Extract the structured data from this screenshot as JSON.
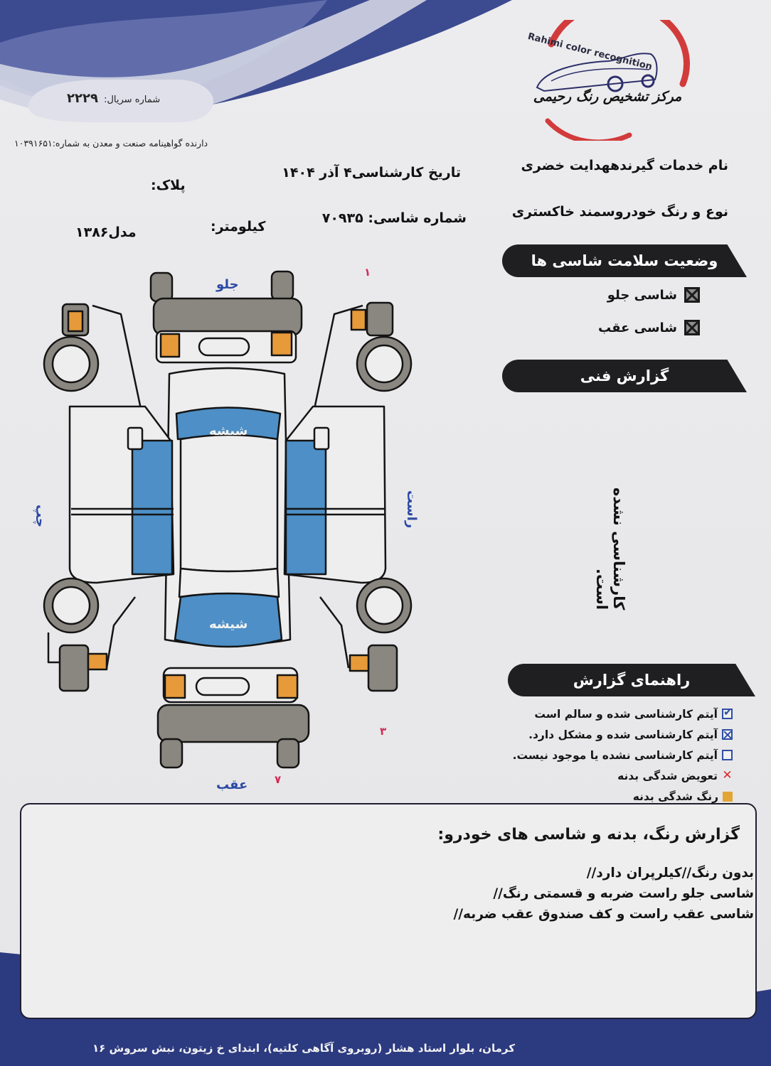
{
  "header": {
    "logo": {
      "english": "Rahimi color recognition",
      "persian": "مرکز تشخیص رنگ رحیمی",
      "ring_color": "#d23b3b"
    },
    "serial_label": "شماره سریال:",
    "serial_number": "۲۲۲۹",
    "license_text": "دارنده گواهینامه صنعت و معدن به شماره:۱۰۳۹۱۶۵۱"
  },
  "info": {
    "client_label": "نام خدمات گیرنده",
    "client_name": "هدایت خضری",
    "date_label": "تاریخ کارشناسی",
    "date_value": "۴ آذر ۱۴۰۴",
    "plate_label": "پلاک:",
    "plate_value": "",
    "vehicle_label": "نوع و رنگ خودرو",
    "vehicle_value": "سمند خاکستری",
    "chassis_label": "شماره شاسی:",
    "chassis_value": "۷۰۹۳۵",
    "km_label": "کیلومتر:",
    "km_value": "",
    "model_label": "مدل",
    "model_value": "۱۳۸۶"
  },
  "chassis_health": {
    "title": "وضعیت سلامت شاسی ها",
    "items": [
      {
        "label": "شاسی جلو",
        "state": "problem"
      },
      {
        "label": "شاسی عقب",
        "state": "problem"
      }
    ]
  },
  "technical": {
    "title": "گزارش فنی",
    "note": "کارشناسی نشده است."
  },
  "diagram": {
    "front_label": "جلو",
    "rear_label": "عقب",
    "left_label": "چپ",
    "right_label": "راست",
    "glass_label": "شیشه",
    "colors": {
      "glass": "#4d8fc6",
      "painted": "#e69a3a",
      "part_gray": "#8a8680",
      "outline": "#141414"
    },
    "pen_marks": [
      "۱",
      "۳",
      "۷"
    ]
  },
  "legend": {
    "title": "راهنمای گزارش",
    "items": [
      {
        "icon": "checked-box",
        "label": "آیتم کارشناسی شده و سالم است"
      },
      {
        "icon": "crossed-box",
        "label": "آیتم کارشناسی شده و مشکل دارد."
      },
      {
        "icon": "empty-box",
        "label": "آیتم کارشناسی نشده یا موجود نیست."
      },
      {
        "icon": "red-x",
        "label": "تعویض شدگی بدنه"
      },
      {
        "icon": "orange-square",
        "label": "رنگ شدگی بدنه"
      }
    ]
  },
  "report": {
    "title": "گزارش رنگ، بدنه و شاسی های خودرو:",
    "lines": [
      "بدون رنگ//کیلرپران دارد//",
      "شاسی جلو راست ضربه و قسمتی رنگ//",
      "شاسی عقب راست و کف صندوق عقب ضربه//"
    ]
  },
  "footer": {
    "address": "کرمان، بلوار استاد هشار (روبروی آگاهی کلتیه)، ابتدای خ زیتون، نبش سروش ۱۶"
  }
}
